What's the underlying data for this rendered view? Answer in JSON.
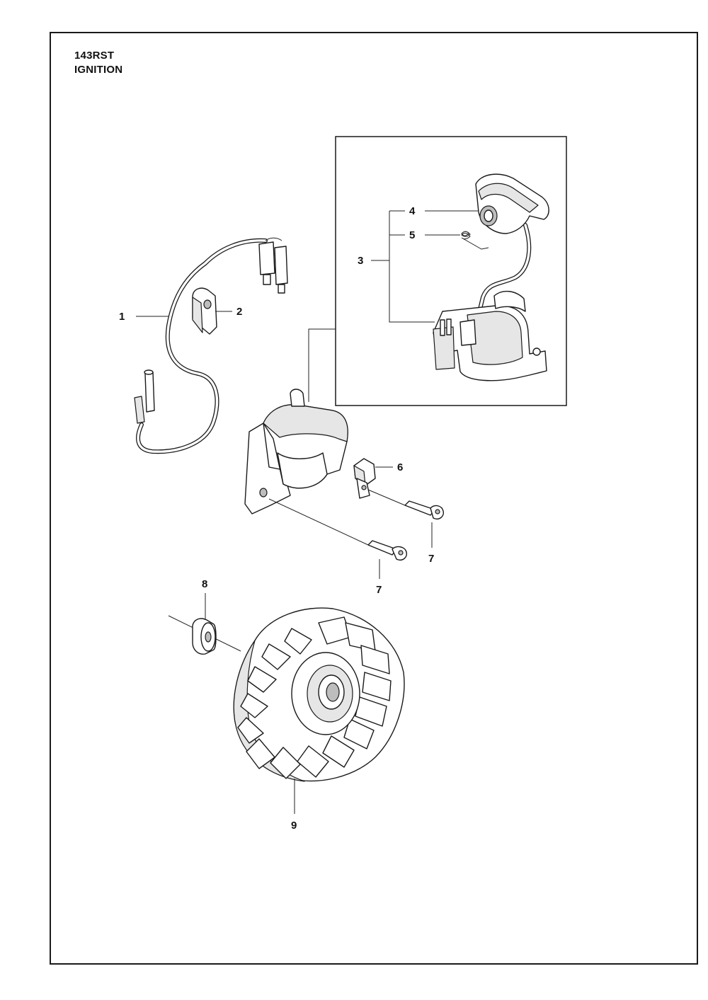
{
  "header": {
    "model": "143RST",
    "section": "IGNITION"
  },
  "callouts": {
    "c1": "1",
    "c2": "2",
    "c3": "3",
    "c4": "4",
    "c5": "5",
    "c6": "6",
    "c7a": "7",
    "c7b": "7",
    "c8": "8",
    "c9": "9"
  },
  "colors": {
    "line": "#1a1a1a",
    "background": "#ffffff",
    "part_shade": "#e6e6e6"
  }
}
